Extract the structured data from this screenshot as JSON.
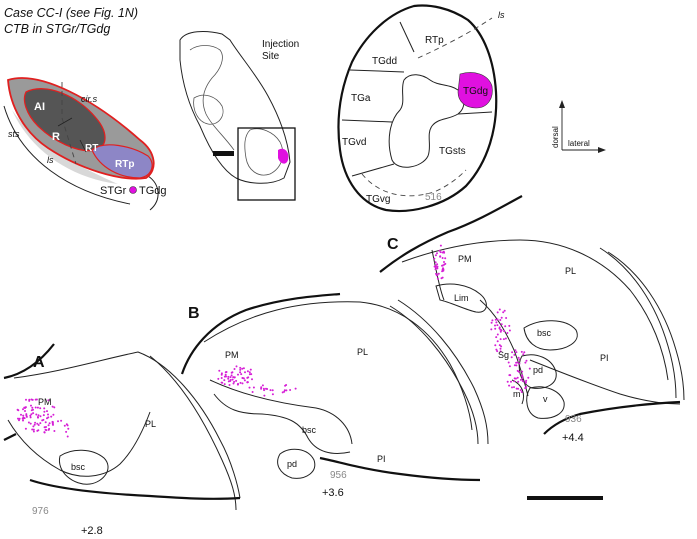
{
  "header": {
    "case_line": "Case CC-I (see Fig. 1N)",
    "tracer_line": "CTB in STGr/TGdg"
  },
  "colors": {
    "label_magenta": "#e010e0",
    "core_dark": "#555555",
    "belt_gray": "#9a9a9a",
    "rtp_purple": "#8d86c6",
    "outline_red": "#e02020",
    "plot_dot": "#d61fd6"
  },
  "auditory_map": {
    "labels": {
      "ai": "AI",
      "r": "R",
      "rt": "RT",
      "rtp": "RTp",
      "cirs": "cir.s",
      "ls": "ls",
      "sts": "sts",
      "stgr": "STGr",
      "tgdg": "TGdg"
    }
  },
  "injection_site": {
    "title_line1": "Injection",
    "title_line2": "Site"
  },
  "temporal_pole": {
    "labels": {
      "rtp": "RTp",
      "tgdd": "TGdd",
      "tga": "TGa",
      "tgdg": "TGdg",
      "tgvd": "TGvd",
      "tgsts": "TGsts",
      "tgvg": "TGvg",
      "ls": "ls"
    },
    "section_number": "516"
  },
  "compass": {
    "dorsal": "dorsal",
    "lateral": "lateral"
  },
  "sections": {
    "a": {
      "letter": "A",
      "pm": "PM",
      "pl": "PL",
      "bsc": "bsc",
      "section_number": "976",
      "level": "+2.8"
    },
    "b": {
      "letter": "B",
      "pm": "PM",
      "pl": "PL",
      "bsc": "bsc",
      "pd": "pd",
      "pi": "PI",
      "section_number": "956",
      "level": "+3.6"
    },
    "c": {
      "letter": "C",
      "pm": "PM",
      "pl": "PL",
      "lim": "Lim",
      "bsc": "bsc",
      "sg": "Sg",
      "pd": "pd",
      "m": "m",
      "v": "v",
      "pi": "PI",
      "section_number": "936",
      "level": "+4.4"
    }
  }
}
